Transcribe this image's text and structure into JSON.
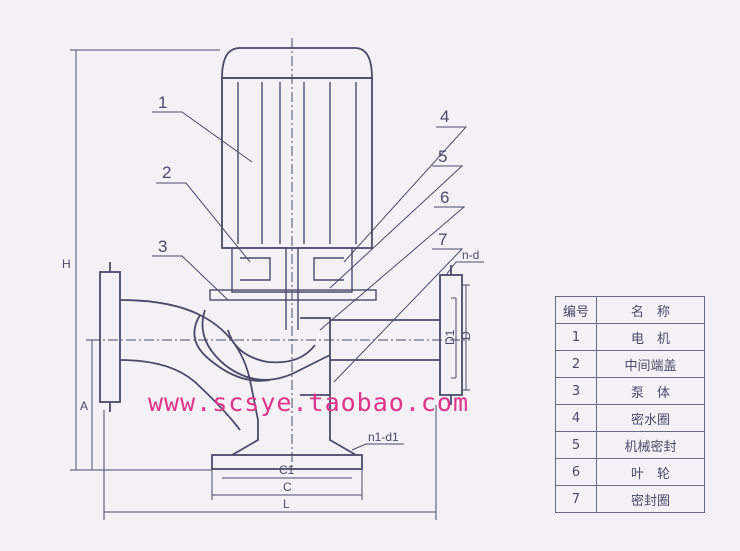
{
  "callouts": [
    "1",
    "2",
    "3",
    "4",
    "5",
    "6",
    "7"
  ],
  "dimensions": {
    "H": "H",
    "A": "A",
    "L": "L",
    "C": "C",
    "C1": "C1",
    "D": "D",
    "D1": "D1",
    "n_d": "n-d",
    "n1_d1": "n1-d1"
  },
  "table": {
    "header": [
      "编号",
      "名　称"
    ],
    "rows": [
      [
        "1",
        "电　机"
      ],
      [
        "2",
        "中间端盖"
      ],
      [
        "3",
        "泵　体"
      ],
      [
        "4",
        "密水圈"
      ],
      [
        "5",
        "机械密封"
      ],
      [
        "6",
        "叶　轮"
      ],
      [
        "7",
        "密封圈"
      ]
    ]
  },
  "watermark": "www.scsye.taobao.com",
  "colors": {
    "line": "#4a4a6a",
    "watermark": "#e0338a",
    "background": "#f3f1f6"
  }
}
